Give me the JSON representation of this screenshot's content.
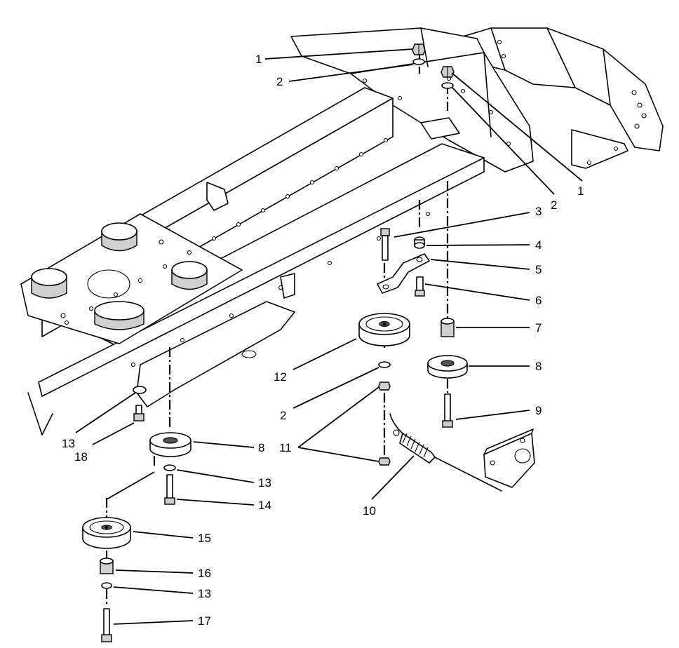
{
  "callouts": [
    {
      "id": "c1a",
      "label": "1"
    },
    {
      "id": "c2a",
      "label": "2"
    },
    {
      "id": "c1b",
      "label": "1"
    },
    {
      "id": "c2b",
      "label": "2"
    },
    {
      "id": "c3",
      "label": "3"
    },
    {
      "id": "c4",
      "label": "4"
    },
    {
      "id": "c5",
      "label": "5"
    },
    {
      "id": "c6",
      "label": "6"
    },
    {
      "id": "c7",
      "label": "7"
    },
    {
      "id": "c8a",
      "label": "8"
    },
    {
      "id": "c9",
      "label": "9"
    },
    {
      "id": "c12",
      "label": "12"
    },
    {
      "id": "c2c",
      "label": "2"
    },
    {
      "id": "c11",
      "label": "11"
    },
    {
      "id": "c10",
      "label": "10"
    },
    {
      "id": "c13a",
      "label": "13"
    },
    {
      "id": "c18",
      "label": "18"
    },
    {
      "id": "c8b",
      "label": "8"
    },
    {
      "id": "c13b",
      "label": "13"
    },
    {
      "id": "c14",
      "label": "14"
    },
    {
      "id": "c15",
      "label": "15"
    },
    {
      "id": "c16",
      "label": "16"
    },
    {
      "id": "c13c",
      "label": "13"
    },
    {
      "id": "c17",
      "label": "17"
    }
  ]
}
